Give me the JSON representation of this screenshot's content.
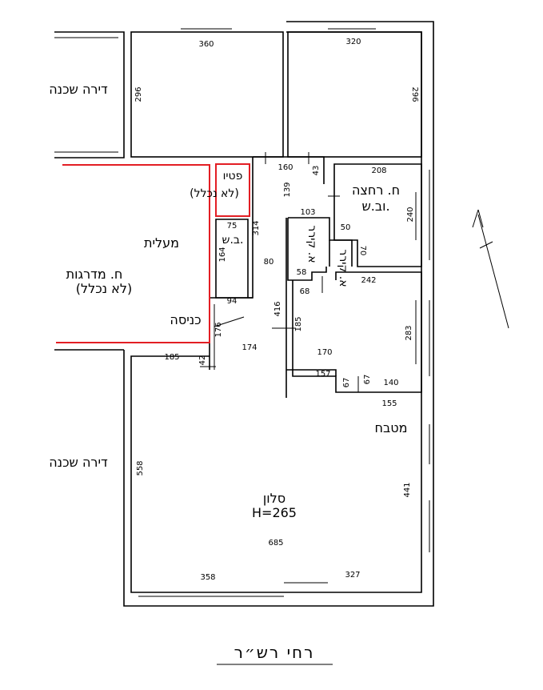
{
  "rooms": {
    "neighbor_top": "דירה שכנה",
    "neighbor_bottom": "דירה שכנה",
    "patio_1": "פטיו",
    "patio_2": "(לא נכלל)",
    "shower_bath_1": "ח. רחצה",
    "shower_bath_2": "וב.ש.",
    "toilet": "ב.ש.",
    "elevator": "מעלית",
    "stairs_1": "ח. מדרגות",
    "stairs_2": "(לא נכלל)",
    "hall_a": "א. קירר",
    "hall_b": "א. קירר",
    "entrance": "כניסה",
    "kitchen": "מטבח",
    "living_1": "סלון",
    "living_2": "H=265"
  },
  "dimensions": {
    "d360": "360",
    "d320": "320",
    "d296a": "296",
    "d296b": "296",
    "d160": "160",
    "d43": "43",
    "d208": "208",
    "d139": "139",
    "d103": "103",
    "d240": "240",
    "d50": "50",
    "d70": "70",
    "d75": "75",
    "d164": "164",
    "d314": "314",
    "d80": "80",
    "d58": "58",
    "d68": "68",
    "d242": "242",
    "d94": "94",
    "d416": "416",
    "d185a": "185",
    "d176": "176",
    "d174": "174",
    "d283": "283",
    "d170": "170",
    "d185b": "185",
    "d42": "42",
    "d157": "157",
    "d67a": "67",
    "d67b": "67",
    "d140": "140",
    "d155": "155",
    "d558": "558",
    "d441": "441",
    "d685": "685",
    "d358": "358",
    "d327": "327"
  },
  "title": "רחי רש״ר",
  "colors": {
    "line": "#000000",
    "excluded": "#e31e24"
  },
  "north_arrow": "north-arrow"
}
